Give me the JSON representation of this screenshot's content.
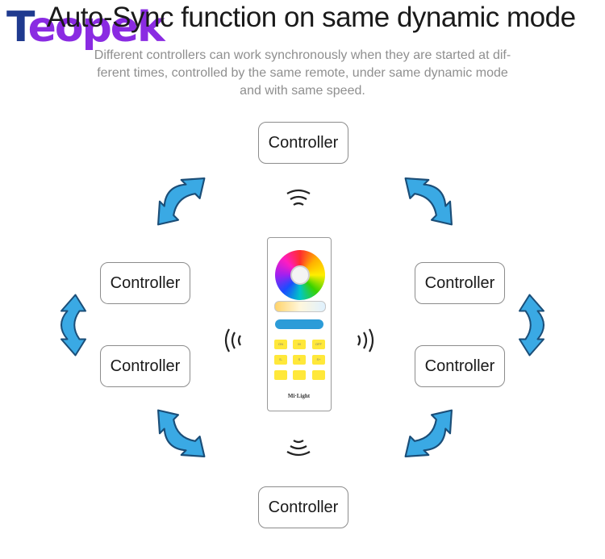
{
  "logo": {
    "first": "T",
    "rest": "eopek"
  },
  "title": "Auto-Sync function on same dynamic mode",
  "subtitle": {
    "line1": "Different controllers can work synchronously when they are started at dif-",
    "line2": "ferent times, controlled by the same remote, under same dynamic mode",
    "line3": "and with same speed."
  },
  "controllers": [
    "Controller",
    "Controller",
    "Controller",
    "Controller",
    "Controller",
    "Controller"
  ],
  "remote": {
    "buttons": [
      "ON",
      "M",
      "OFF",
      "S-",
      "S",
      "S+",
      "",
      "",
      ""
    ],
    "brand": "Mi·Light"
  },
  "colors": {
    "arrow": "#3aa9e4",
    "arrow_outline": "#1b4e78",
    "box_border": "#8c8c8c",
    "logo_t": "#1f3a8f",
    "logo_rest": "#8a2be2"
  }
}
